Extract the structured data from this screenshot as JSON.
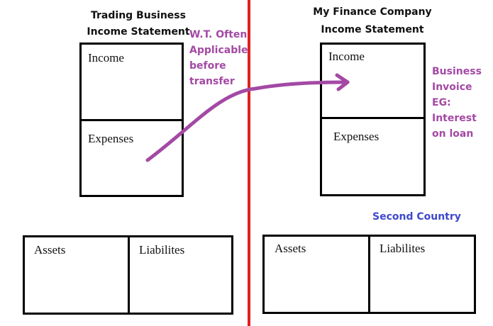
{
  "left": {
    "title_line1": "Trading Business",
    "title_line2": "Income Statement",
    "income_label": "Income",
    "expenses_label": "Expenses",
    "assets_label": "Assets",
    "liabilities_label": "Liabilites",
    "note_lines": [
      "W.T. Often",
      "Applicable",
      "before",
      "transfer"
    ]
  },
  "right": {
    "title_line1": "My Finance Company",
    "title_line2": "Income Statement",
    "income_label": "Income",
    "expenses_label": "Expenses",
    "assets_label": "Assets",
    "liabilities_label": "Liabilites",
    "note_lines": [
      "Business",
      "Invoice",
      "EG:",
      "Interest",
      "on loan"
    ],
    "country_label": "Second Country"
  },
  "colors": {
    "arrow": "#a349a4",
    "divider": "#e02020",
    "country": "#3f48cc"
  }
}
